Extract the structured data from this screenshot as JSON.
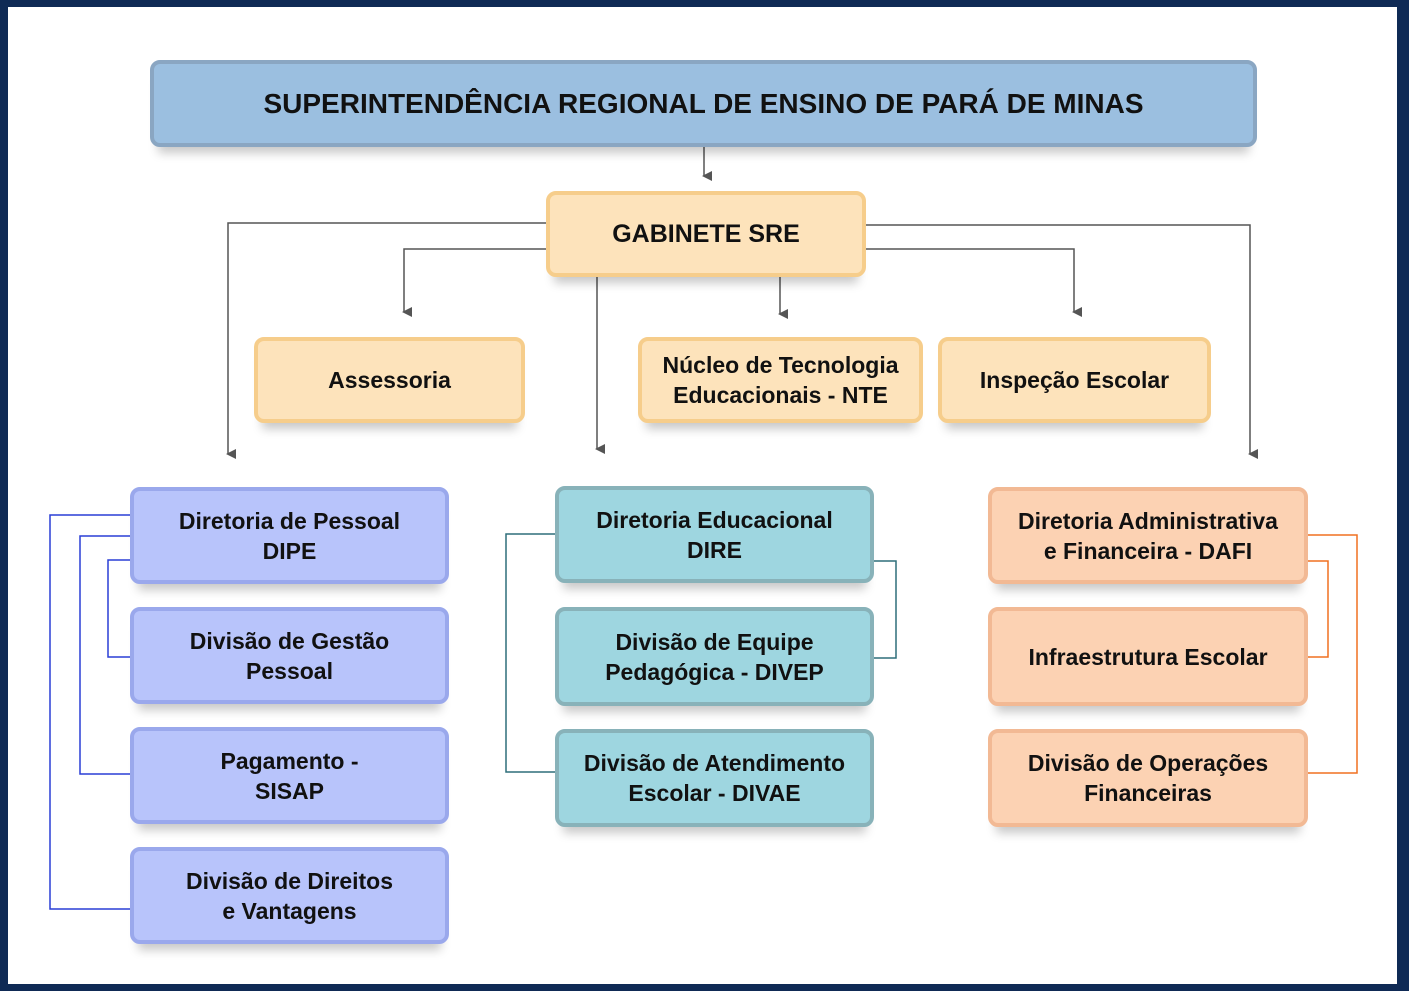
{
  "title": "SUPERINTENDÊNCIA REGIONAL DE ENSINO DE PARÁ DE MINAS",
  "gabinete": "GABINETE SRE",
  "staff": [
    "Assessoria",
    "Núcleo de Tecnologia\nEducacionais - NTE",
    "Inspeção Escolar"
  ],
  "dipe": [
    "Diretoria de Pessoal\nDIPE",
    "Divisão de Gestão\nPessoal",
    "Pagamento -\nSISAP",
    "Divisão de Direitos\ne Vantagens"
  ],
  "dire": [
    "Diretoria Educacional\nDIRE",
    "Divisão de Equipe\nPedagógica - DIVEP",
    "Divisão de Atendimento\nEscolar - DIVAE"
  ],
  "dafi": [
    "Diretoria Administrativa\ne Financeira - DAFI",
    "Infraestrutura Escolar",
    "Divisão de Operações\nFinanceiras"
  ],
  "colors": {
    "frame": "#0f2a55",
    "connector": "#555555",
    "dipe_line": "#2a3fd6",
    "dire_line": "#2e6f7a",
    "dafi_line": "#f07020"
  }
}
